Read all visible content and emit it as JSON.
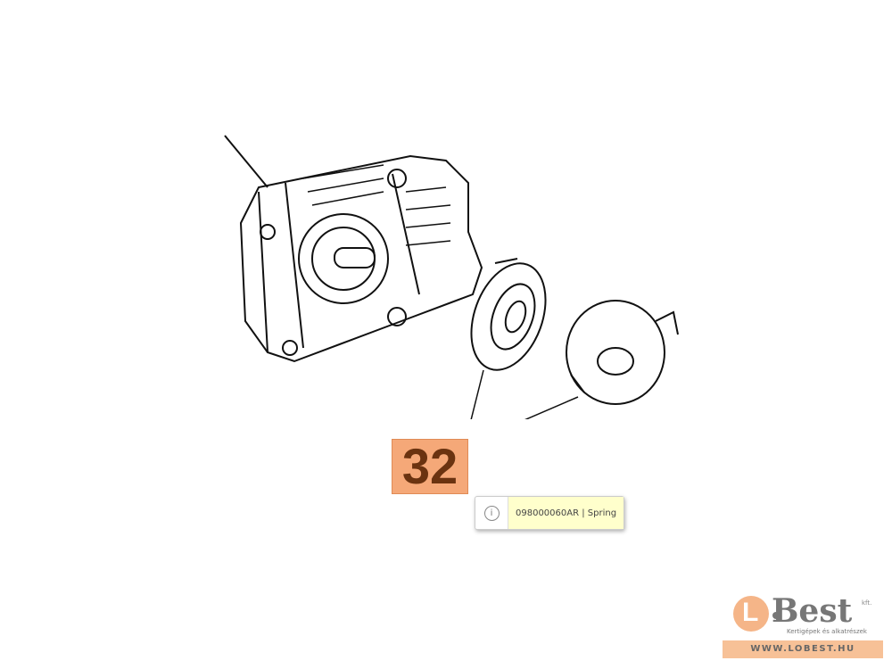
{
  "callout": {
    "number": "32"
  },
  "tooltip": {
    "icon": "info-icon",
    "icon_glyph": "i",
    "text": "098000060AR | Spring"
  },
  "logo": {
    "brand_letter": "L",
    "brand": "Best",
    "suffix": "kft.",
    "tagline": "Kertigépek és alkatrészek",
    "url": "WWW.LOBEST.HU"
  }
}
